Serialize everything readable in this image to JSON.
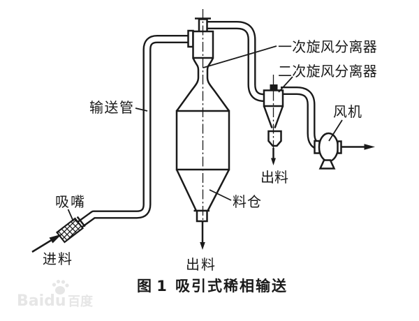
{
  "colors": {
    "line": "#1a1a1a",
    "background": "#ffffff",
    "watermark": "#e6e6e6"
  },
  "labels": {
    "conveying_pipe": "输送管",
    "primary_cyclone": "一次旋风分离器",
    "secondary_cyclone": "二次旋风分离器",
    "fan": "风机",
    "suction_nozzle": "吸嘴",
    "feed": "进料",
    "silo": "料仓",
    "silo_discharge": "出料",
    "secondary_discharge": "出料"
  },
  "caption": {
    "number": "图 1",
    "title": "吸引式稀相输送"
  },
  "watermark": {
    "brand": "Baidu",
    "cjk": "百度"
  }
}
